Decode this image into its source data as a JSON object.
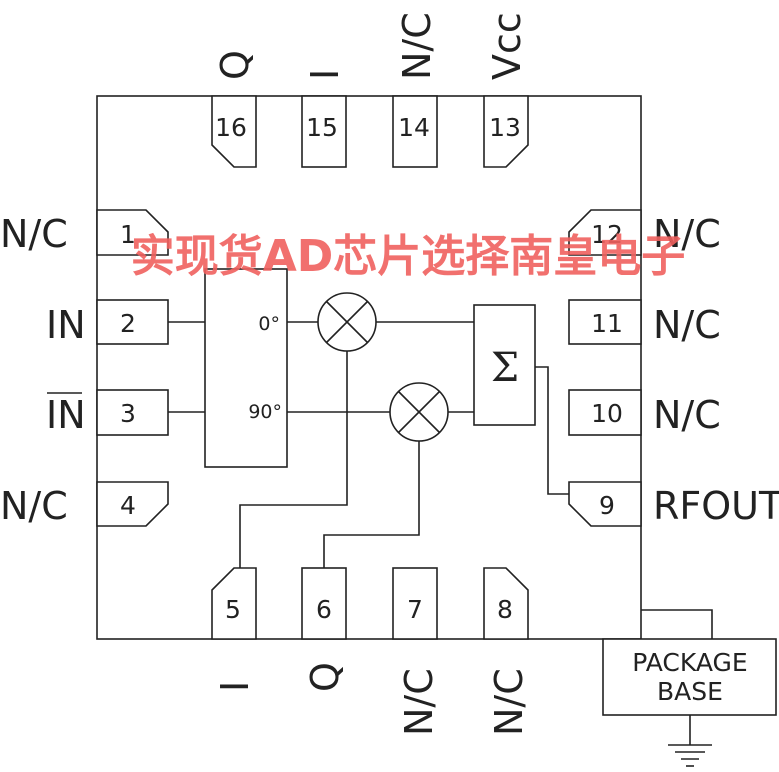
{
  "watermark": "实现货AD芯片选择南皇电子",
  "pins": {
    "p1": {
      "num": "1",
      "name": "N/C"
    },
    "p2": {
      "num": "2",
      "name": "IN"
    },
    "p3": {
      "num": "3",
      "name": "IN"
    },
    "p4": {
      "num": "4",
      "name": "N/C"
    },
    "p5": {
      "num": "5",
      "name": "I"
    },
    "p6": {
      "num": "6",
      "name": "Q"
    },
    "p7": {
      "num": "7",
      "name": "N/C"
    },
    "p8": {
      "num": "8",
      "name": "N/C"
    },
    "p9": {
      "num": "9",
      "name": "RFOUT"
    },
    "p10": {
      "num": "10",
      "name": "N/C"
    },
    "p11": {
      "num": "11",
      "name": "N/C"
    },
    "p12": {
      "num": "12",
      "name": "N/C"
    },
    "p13": {
      "num": "13",
      "name": "Vcc"
    },
    "p14": {
      "num": "14",
      "name": "N/C"
    },
    "p15": {
      "num": "15",
      "name": "I"
    },
    "p16": {
      "num": "16",
      "name": "Q"
    }
  },
  "phase_splitter": {
    "out0": "0°",
    "out90": "90°"
  },
  "summer": {
    "symbol": "Σ"
  },
  "package_base": {
    "line1": "PACKAGE",
    "line2": "BASE"
  }
}
